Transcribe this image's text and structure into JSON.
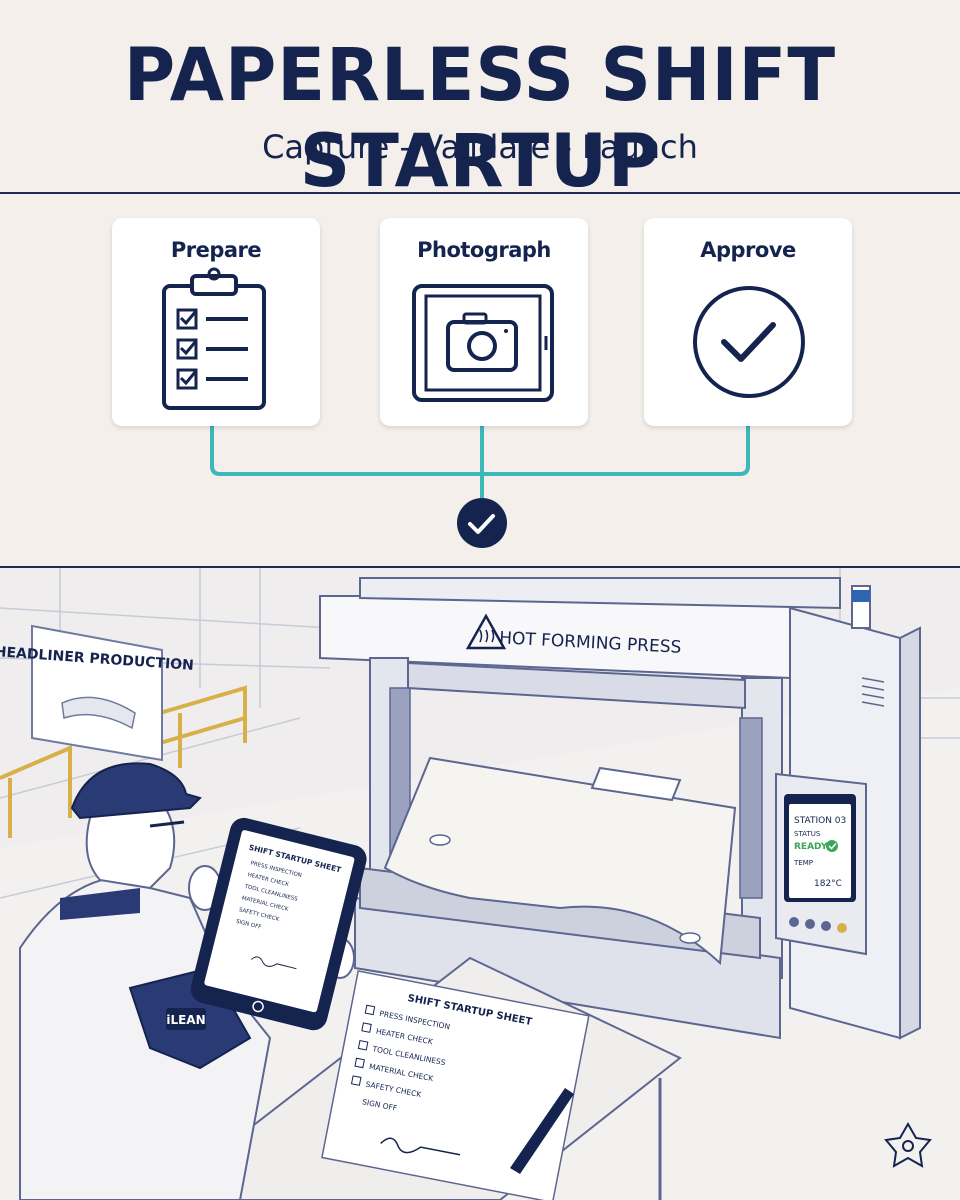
{
  "header": {
    "title": "PAPERLESS SHIFT STARTUP",
    "subtitle": "Capture - Validate - Launch"
  },
  "steps": [
    {
      "label": "Prepare",
      "icon": "clipboard-checklist-icon"
    },
    {
      "label": "Photograph",
      "icon": "tablet-camera-icon"
    },
    {
      "label": "Approve",
      "icon": "circle-check-icon"
    }
  ],
  "flow": {
    "merge_icon": "check-badge-icon",
    "connector_color": "#3bb8b8"
  },
  "scene": {
    "zone_sign": "HEADLINER PRODUCTION",
    "press_label": "HOT FORMING PRESS",
    "station_panel": {
      "station": "STATION 03",
      "status_label": "STATUS",
      "status_value": "READY",
      "temp_label": "TEMP",
      "temp_value": "182°C"
    },
    "tablet_sheet": {
      "title": "SHIFT STARTUP SHEET",
      "items": [
        "PRESS INSPECTION",
        "HEATER CHECK",
        "TOOL CLEANLINESS",
        "MATERIAL CHECK",
        "SAFETY CHECK",
        "SIGN OFF"
      ]
    },
    "paper_sheet": {
      "title": "SHIFT STARTUP SHEET",
      "items": [
        "PRESS INSPECTION",
        "HEATER CHECK",
        "TOOL CLEANLINESS",
        "MATERIAL CHECK",
        "SAFETY CHECK",
        "SIGN OFF"
      ]
    },
    "sleeve_badge": "iLEAN"
  },
  "colors": {
    "navy": "#15234f",
    "teal": "#3bb8b8",
    "background": "#f4efea",
    "status_green": "#3aa657"
  }
}
